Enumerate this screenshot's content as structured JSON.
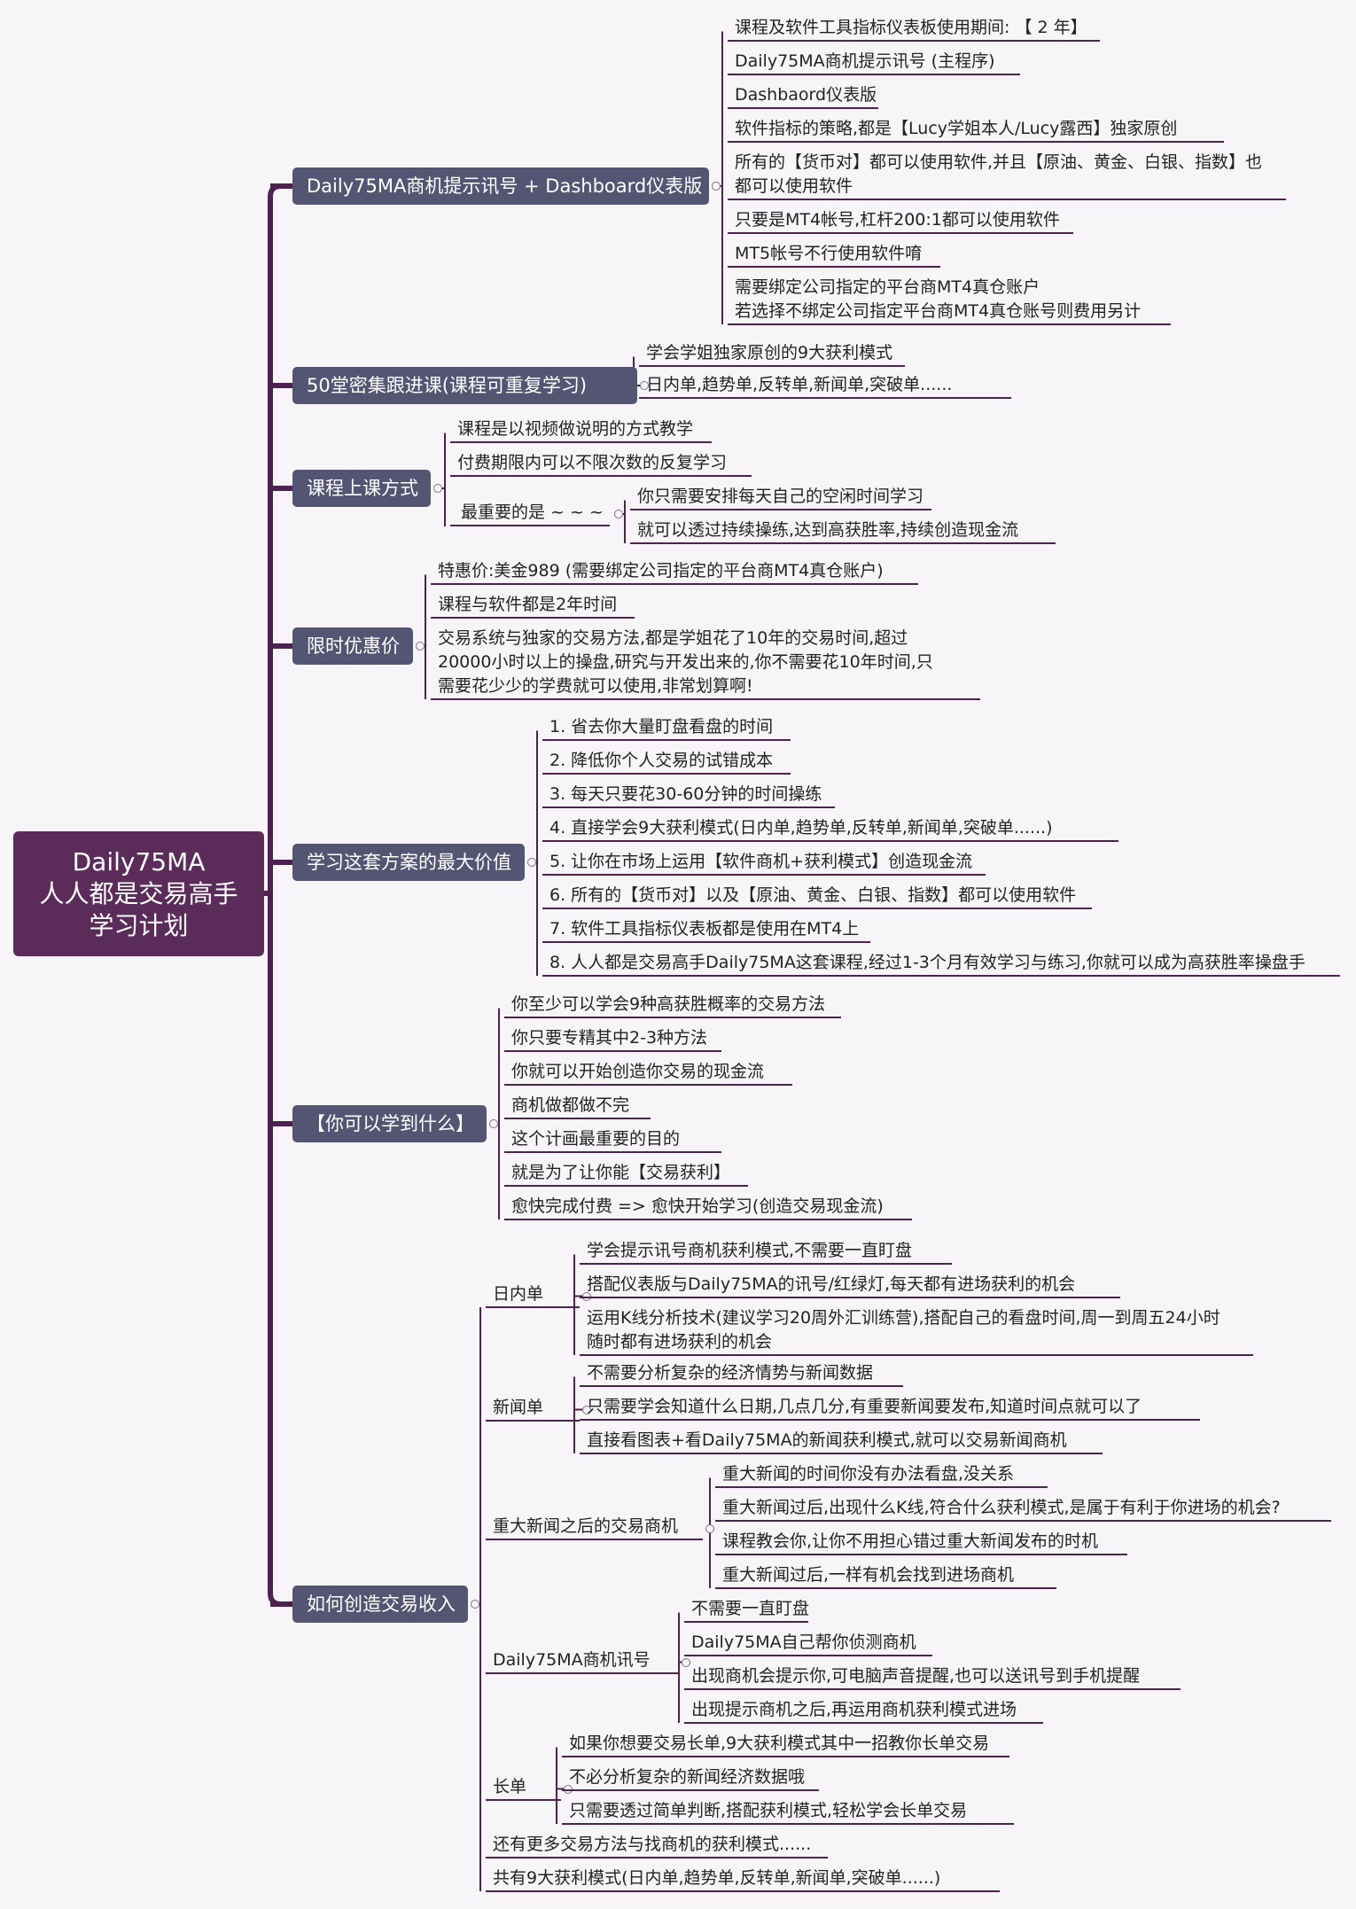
{
  "root": {
    "lines": [
      "Daily75MA",
      "人人都是交易高手",
      "学习计划"
    ]
  },
  "branches": [
    {
      "label": "Daily75MA商机提示讯号 + Dashboard仪表版",
      "items": [
        {
          "lines": [
            "课程及软件工具指标仪表板使用期间: 【 2 年】"
          ]
        },
        {
          "lines": [
            "Daily75MA商机提示讯号 (主程序)"
          ]
        },
        {
          "lines": [
            "Dashbaord仪表版"
          ]
        },
        {
          "lines": [
            "软件指标的策略,都是【Lucy学姐本人/Lucy露西】独家原创"
          ]
        },
        {
          "lines": [
            "所有的【货币对】都可以使用软件,并且【原油、黄金、白银、指数】也",
            "都可以使用软件"
          ]
        },
        {
          "lines": [
            "只要是MT4帐号,杠杆200:1都可以使用软件"
          ]
        },
        {
          "lines": [
            "MT5帐号不行使用软件唷"
          ]
        },
        {
          "lines": [
            "需要绑定公司指定的平台商MT4真仓账户",
            "若选择不绑定公司指定平台商MT4真仓账号则费用另计"
          ]
        }
      ]
    },
    {
      "label": "50堂密集跟进课(课程可重复学习)",
      "items": [
        {
          "lines": [
            "学会学姐独家原创的9大获利模式"
          ]
        },
        {
          "lines": [
            "日内单,趋势单,反转单,新闻单,突破单......"
          ]
        }
      ]
    },
    {
      "label": "课程上课方式",
      "items": [
        {
          "lines": [
            "课程是以视频做说明的方式教学"
          ]
        },
        {
          "lines": [
            "付费期限内可以不限次数的反复学习"
          ]
        }
      ],
      "group": {
        "label": "最重要的是 ~ ~ ~",
        "items": [
          {
            "lines": [
              "你只需要安排每天自己的空闲时间学习"
            ]
          },
          {
            "lines": [
              "就可以透过持续操练,达到高获胜率,持续创造现金流"
            ]
          }
        ]
      }
    },
    {
      "label": "限时优惠价",
      "items": [
        {
          "lines": [
            "特惠价:美金989 (需要绑定公司指定的平台商MT4真仓账户)"
          ]
        },
        {
          "lines": [
            "课程与软件都是2年时间"
          ]
        },
        {
          "lines": [
            "交易系统与独家的交易方法,都是学姐花了10年的交易时间,超过",
            "20000小时以上的操盘,研究与开发出来的,你不需要花10年时间,只",
            "需要花少少的学费就可以使用,非常划算啊!"
          ]
        }
      ]
    },
    {
      "label": "学习这套方案的最大价值",
      "items": [
        {
          "lines": [
            "1. 省去你大量盯盘看盘的时间"
          ]
        },
        {
          "lines": [
            "2. 降低你个人交易的试错成本"
          ]
        },
        {
          "lines": [
            "3. 每天只要花30-60分钟的时间操练"
          ]
        },
        {
          "lines": [
            "4. 直接学会9大获利模式(日内单,趋势单,反转单,新闻单,突破单......)"
          ]
        },
        {
          "lines": [
            "5. 让你在市场上运用【软件商机+获利模式】创造现金流"
          ]
        },
        {
          "lines": [
            "6. 所有的【货币对】以及【原油、黄金、白银、指数】都可以使用软件"
          ]
        },
        {
          "lines": [
            "7. 软件工具指标仪表板都是使用在MT4上"
          ]
        },
        {
          "lines": [
            "8. 人人都是交易高手Daily75MA这套课程,经过1-3个月有效学习与练习,你就可以成为高获胜率操盘手"
          ]
        }
      ]
    },
    {
      "label": "【你可以学到什么】",
      "items": [
        {
          "lines": [
            "你至少可以学会9种高获胜概率的交易方法"
          ]
        },
        {
          "lines": [
            "你只要专精其中2-3种方法"
          ]
        },
        {
          "lines": [
            "你就可以开始创造你交易的现金流"
          ]
        },
        {
          "lines": [
            "商机做都做不完"
          ]
        },
        {
          "lines": [
            "这个计画最重要的目的"
          ]
        },
        {
          "lines": [
            "就是为了让你能【交易获利】"
          ]
        },
        {
          "lines": [
            "愈快完成付费 => 愈快开始学习(创造交易现金流)"
          ]
        }
      ]
    },
    {
      "label": "如何创造交易收入",
      "groups": [
        {
          "label": "日内单",
          "items": [
            {
              "lines": [
                "学会提示讯号商机获利模式,不需要一直盯盘"
              ]
            },
            {
              "lines": [
                "搭配仪表版与Daily75MA的讯号/红绿灯,每天都有进场获利的机会"
              ]
            },
            {
              "lines": [
                "运用K线分析技术(建议学习20周外汇训练营),搭配自己的看盘时间,周一到周五24小时",
                "随时都有进场获利的机会"
              ]
            }
          ]
        },
        {
          "label": "新闻单",
          "items": [
            {
              "lines": [
                "不需要分析复杂的经济情势与新闻数据"
              ]
            },
            {
              "lines": [
                "只需要学会知道什么日期,几点几分,有重要新闻要发布,知道时间点就可以了"
              ]
            },
            {
              "lines": [
                "直接看图表+看Daily75MA的新闻获利模式,就可以交易新闻商机"
              ]
            }
          ]
        },
        {
          "label": "重大新闻之后的交易商机",
          "items": [
            {
              "lines": [
                "重大新闻的时间你没有办法看盘,没关系"
              ]
            },
            {
              "lines": [
                "重大新闻过后,出现什么K线,符合什么获利模式,是属于有利于你进场的机会?"
              ]
            },
            {
              "lines": [
                "课程教会你,让你不用担心错过重大新闻发布的时机"
              ]
            },
            {
              "lines": [
                "重大新闻过后,一样有机会找到进场商机"
              ]
            }
          ]
        },
        {
          "label": "Daily75MA商机讯号",
          "items": [
            {
              "lines": [
                "不需要一直盯盘"
              ]
            },
            {
              "lines": [
                "Daily75MA自己帮你侦测商机"
              ]
            },
            {
              "lines": [
                "出现商机会提示你,可电脑声音提醒,也可以送讯号到手机提醒"
              ]
            },
            {
              "lines": [
                "出现提示商机之后,再运用商机获利模式进场"
              ]
            }
          ]
        },
        {
          "label": "长单",
          "items": [
            {
              "lines": [
                "如果你想要交易长单,9大获利模式其中一招教你长单交易"
              ]
            },
            {
              "lines": [
                "不必分析复杂的新闻经济数据哦"
              ]
            },
            {
              "lines": [
                "只需要透过简单判断,搭配获利模式,轻松学会长单交易"
              ]
            }
          ]
        },
        {
          "label": "还有更多交易方法与找商机的获利模式......",
          "items": []
        },
        {
          "label": "共有9大获利模式(日内单,趋势单,反转单,新闻单,突破单......)",
          "items": []
        }
      ]
    }
  ],
  "colors": {
    "root": "#5b2c59",
    "branch": "#545573",
    "line": "#4e2250",
    "background": "#f8f5f9"
  }
}
